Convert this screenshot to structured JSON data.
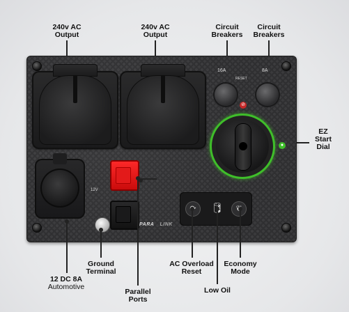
{
  "callouts": {
    "output_left": {
      "line1": "240v AC",
      "line2": "Output"
    },
    "output_right": {
      "line1": "240v AC",
      "line2": "Output"
    },
    "breaker_left": {
      "line1": "Circuit",
      "line2": "Breakers"
    },
    "breaker_right": {
      "line1": "Circuit",
      "line2": "Breakers"
    },
    "dial": {
      "line1": "EZ",
      "line2": "Start",
      "line3": "Dial"
    },
    "dc": {
      "line1": "12 DC 8A",
      "line2": "Automotive"
    },
    "ground": {
      "line1": "Ground",
      "line2": "Terminal"
    },
    "parallel": {
      "line1": "Parallel",
      "line2": "Ports"
    },
    "overload": {
      "line1": "AC Overload",
      "line2": "Reset"
    },
    "oil": {
      "line1": "Low Oil"
    },
    "eco": {
      "line1": "Economy",
      "line2": "Mode"
    }
  },
  "panel": {
    "breaker_left_rating": "16A",
    "breaker_right_rating": "8A",
    "reset_label": "RESET",
    "para_label": "PARA",
    "link_label": "LINK",
    "dc_socket_label": "12V"
  },
  "colors": {
    "dial_ring": "#3fbe2a",
    "parallel_port": "#e31a1a",
    "panel": "#333333"
  },
  "icons": {
    "overload": "overload-reset-icon",
    "oil": "oil-can-icon",
    "eco": "eco-leaf-icon",
    "ground": "ground-icon"
  }
}
